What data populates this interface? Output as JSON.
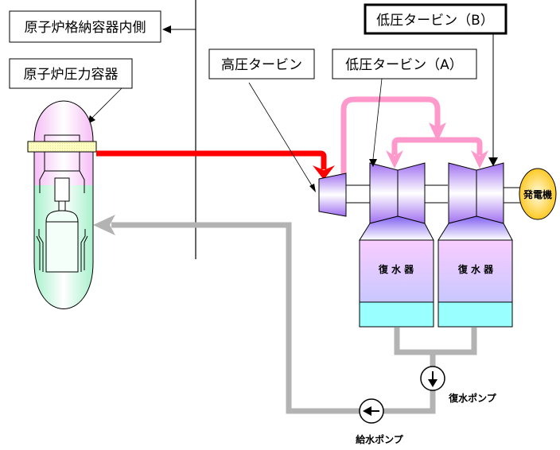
{
  "labels": {
    "containment_inside": "原子炉格納容器内側",
    "pressure_vessel": "原子炉圧力容器",
    "hp_turbine": "高圧タービン",
    "lp_turbine_a": "低圧タービン（A）",
    "lp_turbine_b": "低圧タービン（B）",
    "generator": "発電機",
    "condenser_1": "復 水 器",
    "condenser_2": "復 水 器",
    "condensate_pump": "復水ポンプ",
    "feedwater_pump": "給水ポンプ"
  },
  "colors": {
    "main_steam": "#ff0000",
    "reheat_steam": "#ff99cc",
    "feedwater": "#b3b3b3",
    "turbine": "#a78bfa",
    "condenser_top": "#f9ccff",
    "condenser_water": "#99ffff",
    "generator": "#ffcc33",
    "vessel_steam": "#ffccff",
    "vessel_water": "#aaffcc"
  }
}
